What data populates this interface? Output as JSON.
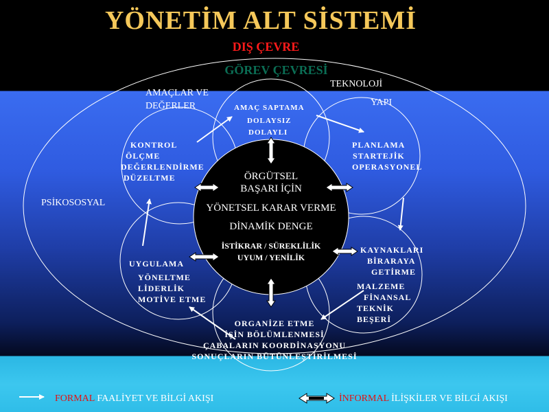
{
  "title": "YÖNETİM ALT SİSTEMİ",
  "outer_env": "DIŞ ÇEVRE",
  "task_env": "GÖREV ÇEVRESİ",
  "technology": "TEKNOLOJİ",
  "structure": "YAPI",
  "goals": [
    "AMAÇLAR VE",
    "DEĞERLER"
  ],
  "psychosocial": "PSİKOSOSYAL",
  "center": {
    "line1": "ÖRGÜTSEL",
    "line2": "BAŞARI İÇİN",
    "line3": "YÖNETSEL KARAR VERME",
    "line4": "DİNAMİK DENGE",
    "line5": "İSTİKRAR / SÜREKLİLİK",
    "line6": "UYUM / YENİLİK"
  },
  "petals": {
    "top": [
      "AMAÇ SAPTAMA",
      "DOLAYSIZ",
      "DOLAYLI"
    ],
    "left": [
      "KONTROL",
      "ÖLÇME",
      "DEĞERLENDİRME",
      "DÜZELTME"
    ],
    "right": [
      "PLANLAMA",
      "STARTEJİK",
      "OPERASYONEL"
    ],
    "bottom_left": [
      "UYGULAMA",
      "YÖNELTME",
      "LİDERLİK",
      "MOTİVE ETME"
    ],
    "right_lower": [
      "KAYNAKLARI",
      "BİRARAYA",
      "GETİRME"
    ],
    "right_bottom": [
      "MALZEME",
      "FİNANSAL",
      "TEKNİK",
      "BEŞERİ"
    ],
    "bottom": [
      "ORGANİZE ETME",
      "İŞİN BÖLÜMLENMESİ",
      "ÇABALARIN KOORDİNASYONU",
      "SONUÇLARIN BÜTÜNLEŞTİRİLMESİ"
    ]
  },
  "legend": {
    "formal_red": "FORMAL",
    "formal_rest": "FAALİYET VE BİLGİ AKIŞI",
    "informal_red": "İNFORMAL",
    "informal_rest": "İLİŞKİLER VE BİLGİ AKIŞI"
  },
  "colors": {
    "title": "#f5c85a",
    "outer_env": "#ff1a1a",
    "task_env": "#0b6e55",
    "legend_red": "#e41010"
  }
}
